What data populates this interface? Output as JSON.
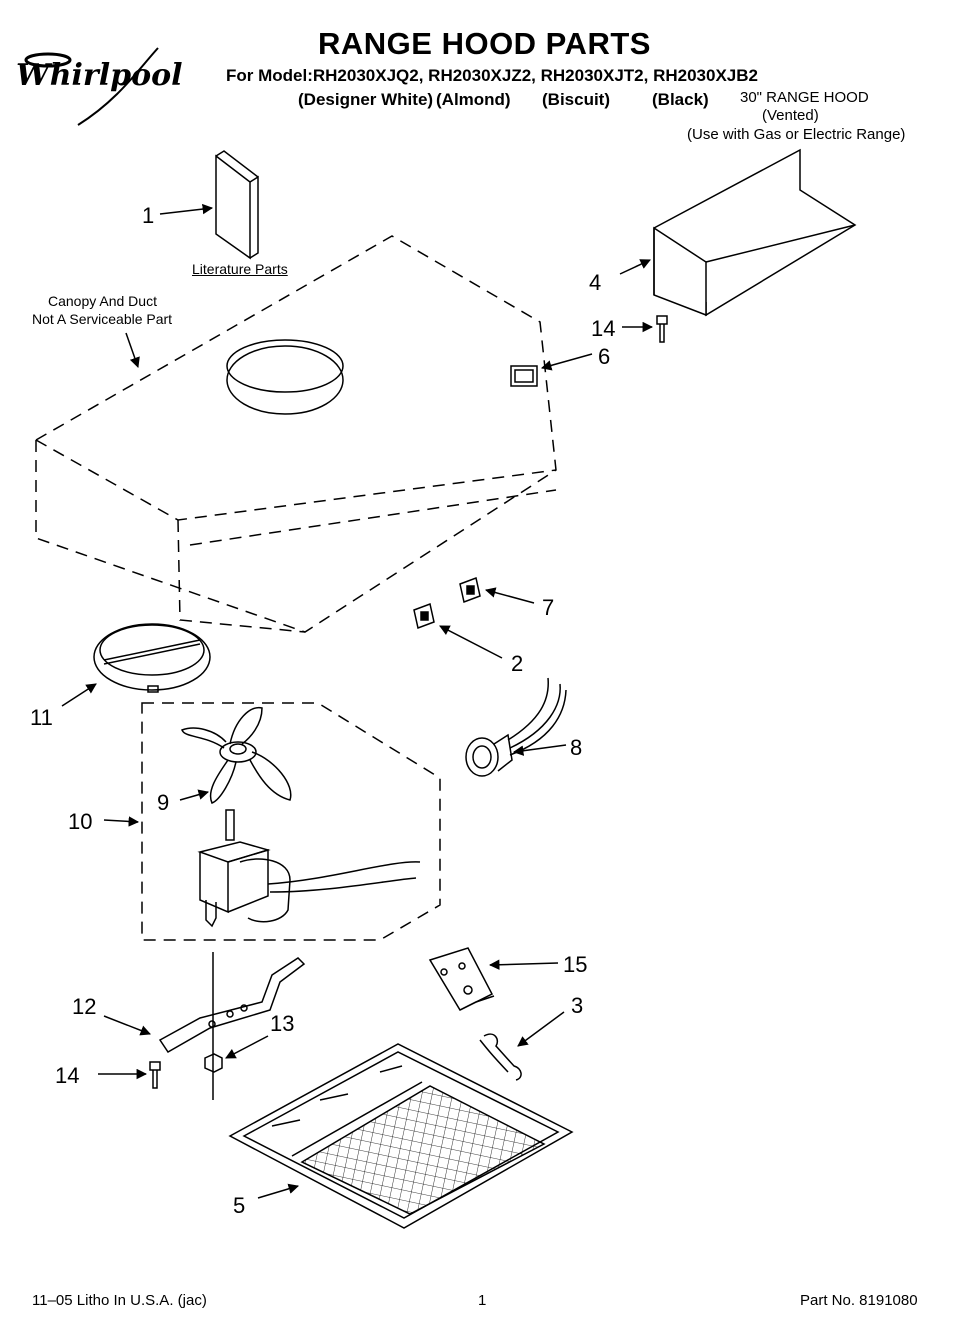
{
  "brand": {
    "logo_text": "Whirlpool"
  },
  "header": {
    "title": "RANGE HOOD PARTS",
    "models": "For Model:RH2030XJQ2, RH2030XJZ2, RH2030XJT2, RH2030XJB2",
    "finishes": [
      "(Designer White)",
      "(Almond)",
      "(Biscuit)",
      "(Black)"
    ],
    "hood_type": "30\" RANGE HOOD",
    "vented": "(Vented)",
    "usage": "(Use with Gas or Electric Range)"
  },
  "labels": {
    "literature": "Literature Parts",
    "canopy_line1": "Canopy And Duct",
    "canopy_line2": "Not A Serviceable Part"
  },
  "callouts": [
    "1",
    "4",
    "14",
    "6",
    "7",
    "2",
    "11",
    "8",
    "9",
    "10",
    "15",
    "3",
    "12",
    "13",
    "14",
    "5"
  ],
  "footer": {
    "left": "11–05 Litho In U.S.A. (jac)",
    "center": "1",
    "right": "Part No. 8191080"
  }
}
